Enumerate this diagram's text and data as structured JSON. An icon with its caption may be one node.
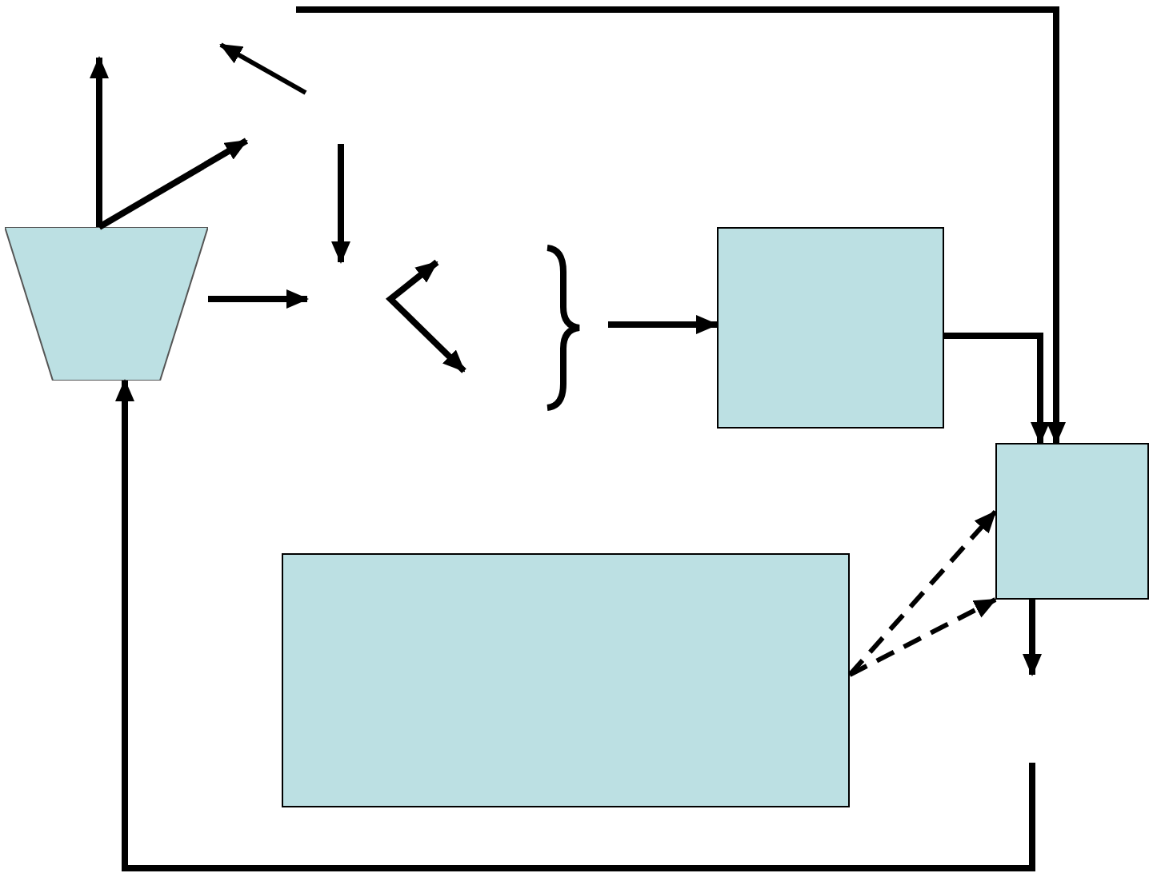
{
  "diagram": {
    "nodes": [
      {
        "text": [],
        "shape": "trapezoid"
      },
      {
        "text": [],
        "shape": "box"
      },
      {
        "text": [],
        "shape": "box"
      },
      {
        "text": [],
        "shape": "box"
      }
    ],
    "edges": [
      {
        "from": 0,
        "to": null,
        "arrow": "to"
      },
      {
        "from": 0,
        "to": null,
        "arrow": "to"
      },
      {
        "from": 0,
        "to": null,
        "arrow": "to"
      },
      {
        "from": 1,
        "to": 2,
        "arrow": "to"
      },
      {
        "from": null,
        "to": 2,
        "arrow": "to"
      },
      {
        "from": 3,
        "to": 2,
        "arrow": "to",
        "style": "dashed"
      },
      {
        "from": 3,
        "to": 2,
        "arrow": "to",
        "style": "dashed"
      },
      {
        "from": null,
        "to": 0,
        "arrow": "to"
      },
      {
        "from": 2,
        "to": null,
        "arrow": "to"
      },
      {
        "from": null,
        "to": 1,
        "arrow": "to"
      }
    ]
  }
}
